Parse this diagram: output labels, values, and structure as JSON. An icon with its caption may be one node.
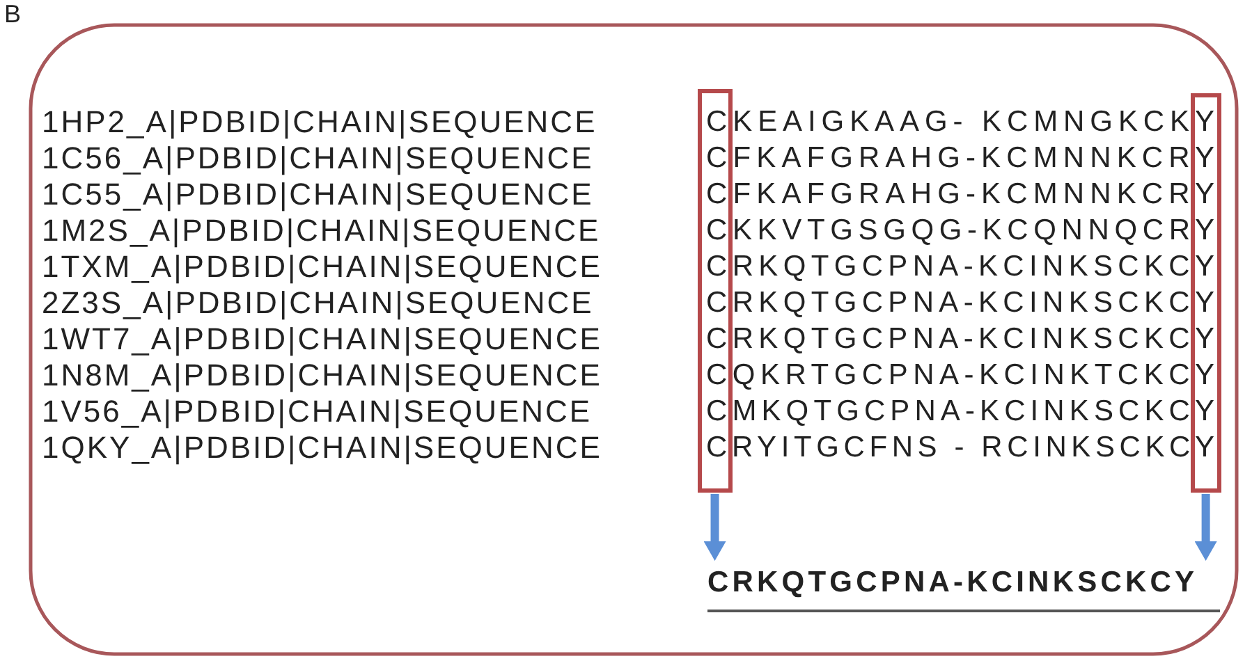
{
  "diagram": {
    "nodes": [
      {
        "text": [],
        "shape": "box"
      },
      {
        "text": [],
        "shape": "box"
      },
      {
        "text": [
          "CRKQTGCPNA-KCINKSCKCY"
        ]
      }
    ],
    "edges": [
      {
        "from": 0,
        "to": 2,
        "arrow": "to"
      },
      {
        "from": 1,
        "to": 2,
        "arrow": "to"
      }
    ],
    "labels": [
      "B",
      "1HP2_A|PDBID|CHAIN|SEQUENCE",
      "CKEAIGKAAG- KCMNGKCKY",
      "1C56_A|PDBID|CHAIN|SEQUENCE",
      "CFKAFGRAHG-KCMNNKCRY",
      "1C55_A|PDBID|CHAIN|SEQUENCE",
      "CFKAFGRAHG-KCMNNKCRY",
      "1M2S_A|PDBID|CHAIN|SEQUENCE",
      "CKKVTGSGQG-KCQNNQCRY",
      "1TXM_A|PDBID|CHAIN|SEQUENCE",
      "CRKQTGCPNA-KCINKSCKCY",
      "2Z3S_A|PDBID|CHAIN|SEQUENCE",
      "CRKQTGCPNA-KCINKSCKCY",
      "1WT7_A|PDBID|CHAIN|SEQUENCE",
      "CRKQTGCPNA-KCINKSCKCY",
      "1N8M_A|PDBID|CHAIN|SEQUENCE",
      "CQKRTGCPNA-KCINKTCKCY",
      "1V56_A|PDBID|CHAIN|SEQUENCE",
      "CMKQTGCPNA-KCINKSCKCY",
      "1QKY_A|PDBID|CHAIN|SEQUENCE",
      "CRYITGCFNS - RCINKSCKCY"
    ]
  }
}
